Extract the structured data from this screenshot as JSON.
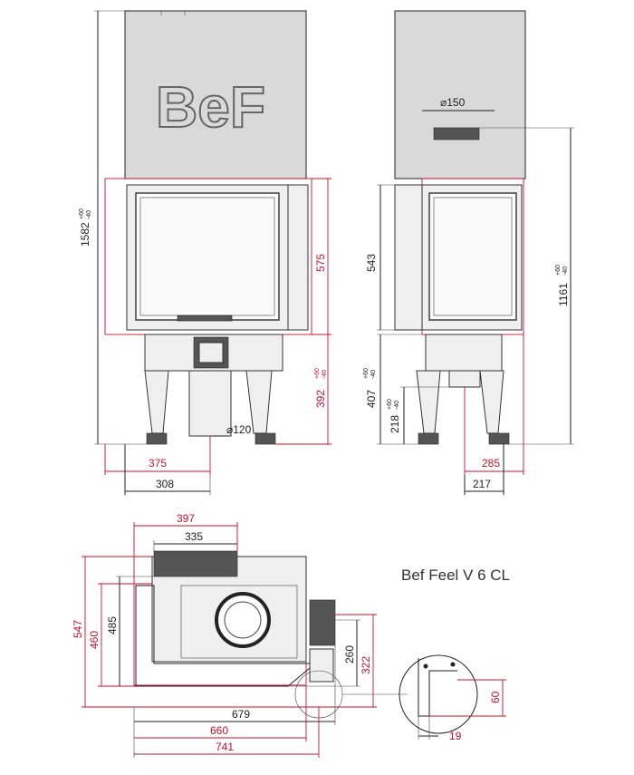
{
  "brand": {
    "logo_text": "BeF"
  },
  "title": "Bef Feel V 6 CL",
  "dimensions": {
    "front": {
      "total_height": "1582",
      "total_height_tol_plus": "+60",
      "total_height_tol_minus": "-40",
      "glass_height": "575",
      "base_height": "392",
      "base_height_tol_plus": "+60",
      "base_height_tol_minus": "-40",
      "pipe_diameter": "⌀120",
      "width_375": "375",
      "width_308": "308"
    },
    "side": {
      "flue_diameter": "⌀150",
      "glass_height": "543",
      "flue_height": "1161",
      "flue_height_tol_plus": "+60",
      "flue_height_tol_minus": "-40",
      "base_height": "407",
      "base_height_tol_plus": "+60",
      "base_height_tol_minus": "-40",
      "inlet_height": "218",
      "inlet_height_tol_plus": "+60",
      "inlet_height_tol_minus": "-40",
      "width_285": "285",
      "width_217": "217"
    },
    "top": {
      "width_397": "397",
      "width_335": "335",
      "depth_547": "547",
      "depth_460": "460",
      "depth_485": "485",
      "depth_260": "260",
      "depth_322": "322",
      "width_679": "679",
      "width_660": "660",
      "width_741": "741"
    },
    "detail": {
      "height_60": "60",
      "width_19": "19"
    }
  }
}
